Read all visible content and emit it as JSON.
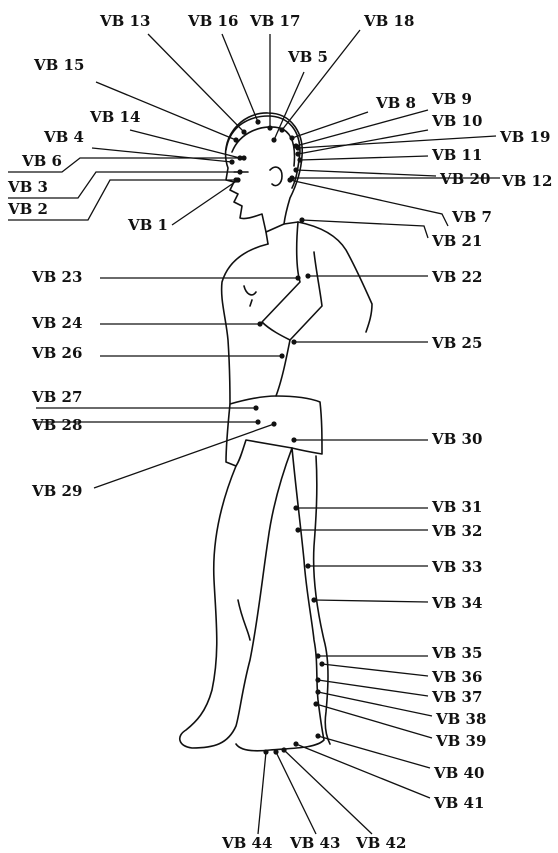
{
  "figure": {
    "meridian": "VB",
    "points": [
      {
        "label": "VB 1"
      },
      {
        "label": "VB 2"
      },
      {
        "label": "VB 3"
      },
      {
        "label": "VB 4"
      },
      {
        "label": "VB 5"
      },
      {
        "label": "VB 6"
      },
      {
        "label": "VB 7"
      },
      {
        "label": "VB 8"
      },
      {
        "label": "VB 9"
      },
      {
        "label": "VB 10"
      },
      {
        "label": "VB 11"
      },
      {
        "label": "VB 12"
      },
      {
        "label": "VB 13"
      },
      {
        "label": "VB 14"
      },
      {
        "label": "VB 15"
      },
      {
        "label": "VB 16"
      },
      {
        "label": "VB 17"
      },
      {
        "label": "VB 18"
      },
      {
        "label": "VB 19"
      },
      {
        "label": "VB 20"
      },
      {
        "label": "VB 21"
      },
      {
        "label": "VB 22"
      },
      {
        "label": "VB 23"
      },
      {
        "label": "VB 24"
      },
      {
        "label": "VB 25"
      },
      {
        "label": "VB 26"
      },
      {
        "label": "VB 27"
      },
      {
        "label": "VB 28"
      },
      {
        "label": "VB 29"
      },
      {
        "label": "VB 30"
      },
      {
        "label": "VB 31"
      },
      {
        "label": "VB 32"
      },
      {
        "label": "VB 33"
      },
      {
        "label": "VB 34"
      },
      {
        "label": "VB 35"
      },
      {
        "label": "VB 36"
      },
      {
        "label": "VB 37"
      },
      {
        "label": "VB 38"
      },
      {
        "label": "VB 39"
      },
      {
        "label": "VB 40"
      },
      {
        "label": "VB 41"
      },
      {
        "label": "VB 42"
      },
      {
        "label": "VB 43"
      },
      {
        "label": "VB 44"
      }
    ]
  }
}
